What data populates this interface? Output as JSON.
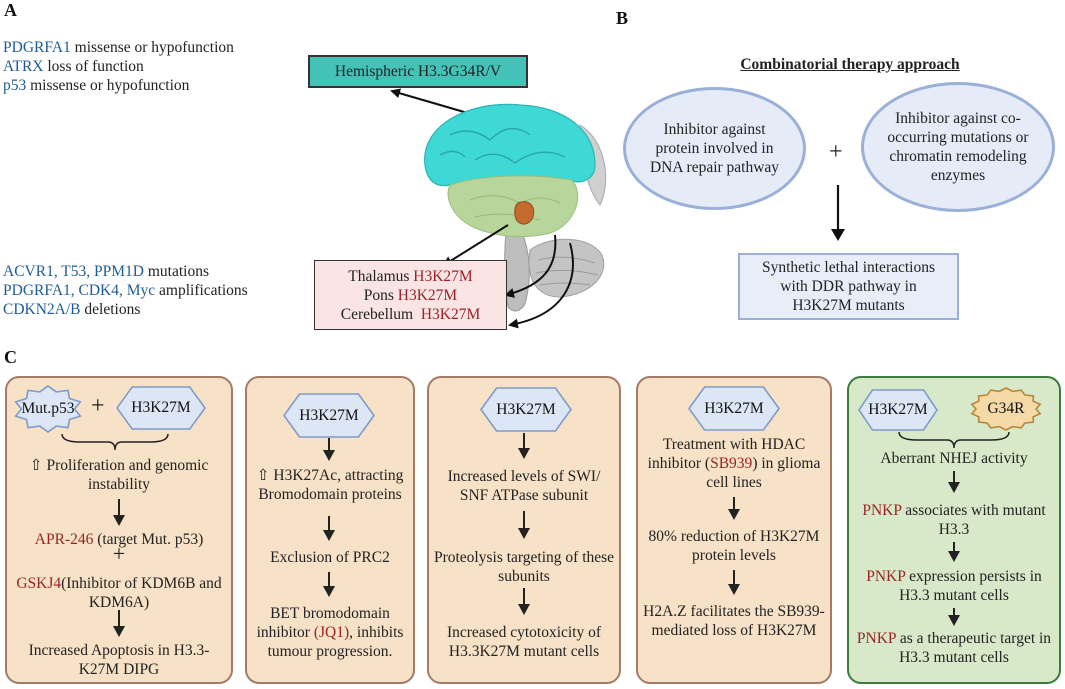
{
  "panel_labels": {
    "a": "A",
    "b": "B",
    "c": "C"
  },
  "panel_a": {
    "g34": [
      {
        "gene": "PDGRFA1",
        "desc": " missense or hypofunction"
      },
      {
        "gene": "ATRX",
        "desc": " loss of function"
      },
      {
        "gene": "p53",
        "desc": " missense or hypofunction"
      }
    ],
    "k27": [
      {
        "gene": "ACVR1, T53, PPM1D",
        "desc": " mutations"
      },
      {
        "gene": "PDGRFA1, CDK4, Myc",
        "desc": " amplifications"
      },
      {
        "gene": "CDKN2A/B",
        "desc": " deletions"
      }
    ],
    "hemispheric_label": "Hemispheric H3.3G34R/V",
    "regions": [
      {
        "name": "Thalamus ",
        "mut": "H3K27M"
      },
      {
        "name": "Pons ",
        "mut": "H3K27M"
      },
      {
        "name": "Cerebellum  ",
        "mut": "H3K27M"
      }
    ],
    "colors": {
      "hemisphere": "#4dd8d8",
      "midbrain": "#b9d59c",
      "thalamus": "#c8733a",
      "cerebellum": "#c9c9c9",
      "region_box": "#fbe4e4"
    }
  },
  "panel_b": {
    "title": "Combinatorial therapy approach",
    "oval_left": "Inhibitor against protein involved in DNA repair pathway",
    "oval_right": "Inhibitor against co-occurring mutations or chromatin remodeling enzymes",
    "plus": "+",
    "result": "Synthetic lethal interactions with DDR pathway in H3K27M mutants"
  },
  "panel_c": {
    "col1": {
      "hex_left": "Mut.p53",
      "plus": "+",
      "hex_right": "H3K27M",
      "step1": "⇧ Proliferation and genomic instability",
      "drug1": "APR-246",
      "drug1_rest": " (target Mut. p53)",
      "plus2": "+",
      "drug2": "GSKJ4",
      "drug2_rest": "(Inhibitor of KDM6B and KDM6A)",
      "result": "Increased Apoptosis in H3.3-K27M DIPG"
    },
    "col2": {
      "hex": "H3K27M",
      "step1": "⇧ H3K27Ac, attracting Bromodomain proteins",
      "step2": "Exclusion of PRC2",
      "step3_a": "BET bromodomain inhibitor ",
      "step3_drug": "(JQ1)",
      "step3_b": ", inhibits tumour progression."
    },
    "col3": {
      "hex": "H3K27M",
      "step1": "Increased levels of SWI/ SNF ATPase subunit",
      "step2": "Proteolysis targeting of these subunits",
      "step3": "Increased cytotoxicity of H3.3K27M mutant cells"
    },
    "col4": {
      "hex": "H3K27M",
      "step1_a": "Treatment with HDAC inhibitor (",
      "step1_drug": "SB939",
      "step1_b": ") in glioma cell lines",
      "step2": "80% reduction of H3K27M protein levels",
      "step3": "H2A.Z facilitates the SB939- mediated loss of H3K27M"
    },
    "col5": {
      "hex_left": "H3K27M",
      "star": "G34R",
      "step1": "Aberrant NHEJ activity",
      "gene": "PNKP",
      "step2_rest": " associates with mutant H3.3",
      "step3_rest": " expression persists in H3.3 mutant cells",
      "step4_rest": " as a therapeutic target in H3.3 mutant cells"
    },
    "colors": {
      "column": "#f7e1c7",
      "column_border": "#a47a68",
      "green_column": "#d8e9c9",
      "green_border": "#3d7a3d",
      "hex_fill": "#dde6f4",
      "hex_stroke": "#7f9bc9",
      "star_fill": "#f5d9a6",
      "star_stroke": "#b8863b"
    }
  }
}
